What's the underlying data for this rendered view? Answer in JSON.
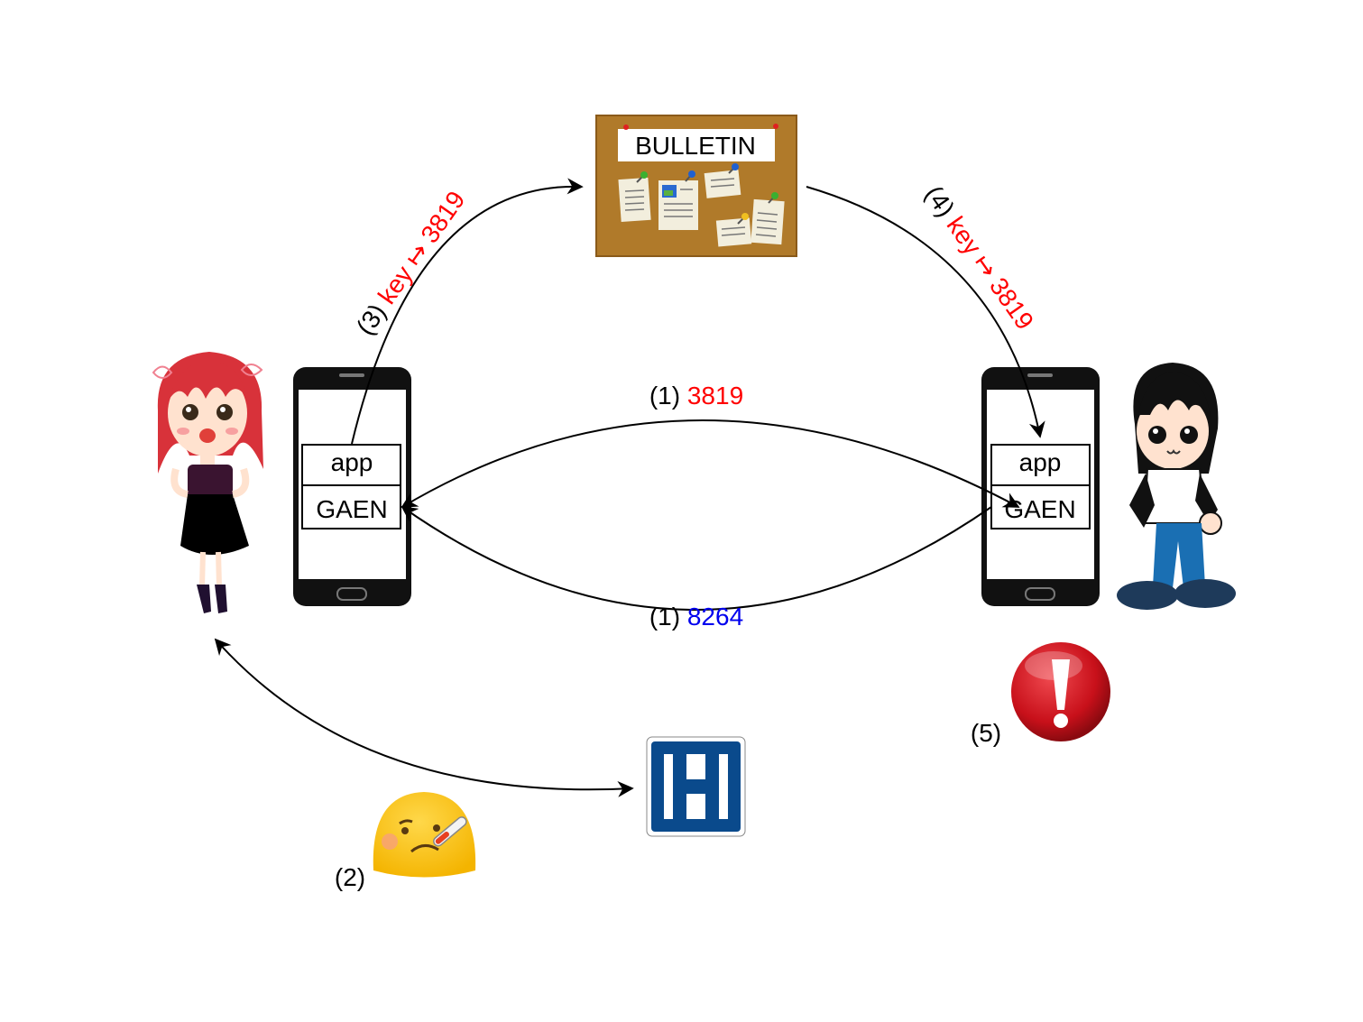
{
  "colors": {
    "red": "#ff0000",
    "blue": "#0000ee",
    "black": "#000000",
    "bulletin_cork": "#b07a2a",
    "hospital_blue": "#0a4a8c",
    "alert_red": "#c8101a",
    "girl_hair": "#d8323a",
    "boy_pants": "#1a6fb3"
  },
  "bulletin": {
    "title": "BULLETIN",
    "icon": "bulletin-board"
  },
  "left_phone": {
    "app_label": "app",
    "gaen_label": "GAEN"
  },
  "right_phone": {
    "app_label": "app",
    "gaen_label": "GAEN"
  },
  "exchange_top": {
    "step": "(1)",
    "value": "3819",
    "value_color": "red"
  },
  "exchange_bottom": {
    "step": "(1)",
    "value": "8264",
    "value_color": "blue"
  },
  "upload": {
    "step": "(3)",
    "text": "key ↦ 3819"
  },
  "download": {
    "step": "(4)",
    "text": "key ↦ 3819"
  },
  "sick": {
    "step": "(2)",
    "icon": "face-with-thermometer"
  },
  "hospital": {
    "icon": "hospital-sign",
    "letter": "H"
  },
  "alert": {
    "step": "(5)",
    "icon": "exclamation-alert"
  },
  "people": {
    "left": "girl-character",
    "right": "boy-character"
  }
}
